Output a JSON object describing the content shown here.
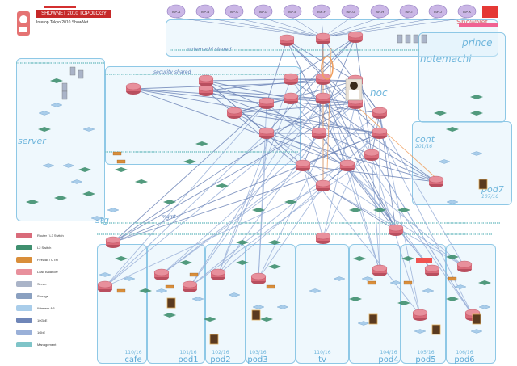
{
  "header": {
    "title": "SHOWNET 2010 TOPOLOGY",
    "subtitle": "Interop Tokyo 2010 ShowNet"
  },
  "zones": {
    "server": "server",
    "noc": "noc",
    "notemachi": "notemachi",
    "prince": "prince",
    "cont": "cont",
    "pod7": "pod7",
    "pod7_prefix": "107/16",
    "cont_prefix": "201/16",
    "cafe": "cafe",
    "cafe_prefix": "110/16",
    "pod1": "pod1",
    "pod1_prefix": "101/16",
    "pod2": "pod2",
    "pod2_prefix": "102/16",
    "pod3": "pod3",
    "pod3_prefix": "103/16",
    "tv": "tv",
    "tv_prefix": "110/16",
    "pod4": "pod4",
    "pod4_prefix": "104/16",
    "pod5": "pod5",
    "pod5_prefix": "105/16",
    "pod6": "pod6",
    "pod6_prefix": "106/16",
    "stg": "stg",
    "security_shared": "security shared",
    "notemachi_shared": "notemachi shared",
    "mgmt": "mgmt"
  },
  "colors": {
    "zone_border": "#8ec8e6",
    "zone_fill": "#dcf0fa",
    "link": "#9ab0d8",
    "link_dark": "#6f86b8",
    "link_orange": "#f0a060",
    "router": "#d96b7a",
    "switch": "#3f8f6f",
    "server": "#aab4c8",
    "accent_red": "#d32f2f"
  },
  "legend": [
    {
      "label": "Router / L3 Switch",
      "icon": "router-icon"
    },
    {
      "label": "L2 Switch",
      "icon": "switch-icon"
    },
    {
      "label": "Firewall / UTM",
      "icon": "firewall-icon"
    },
    {
      "label": "Load Balancer",
      "icon": "lb-icon"
    },
    {
      "label": "Server",
      "icon": "server-icon"
    },
    {
      "label": "Storage",
      "icon": "storage-icon"
    },
    {
      "label": "Wireless AP",
      "icon": "ap-icon"
    },
    {
      "label": "10GbE",
      "icon": "link-10g-icon"
    },
    {
      "label": "1GbE",
      "icon": "link-1g-icon"
    },
    {
      "label": "Management",
      "icon": "link-mgmt-icon"
    }
  ],
  "upstream": [
    "ISP-A",
    "ISP-B",
    "ISP-C",
    "ISP-D",
    "ISP-E",
    "ISP-F",
    "ISP-G",
    "ISP-H",
    "ISP-I",
    "ISP-J",
    "ISP-K"
  ],
  "right_brand": "ShowNet"
}
